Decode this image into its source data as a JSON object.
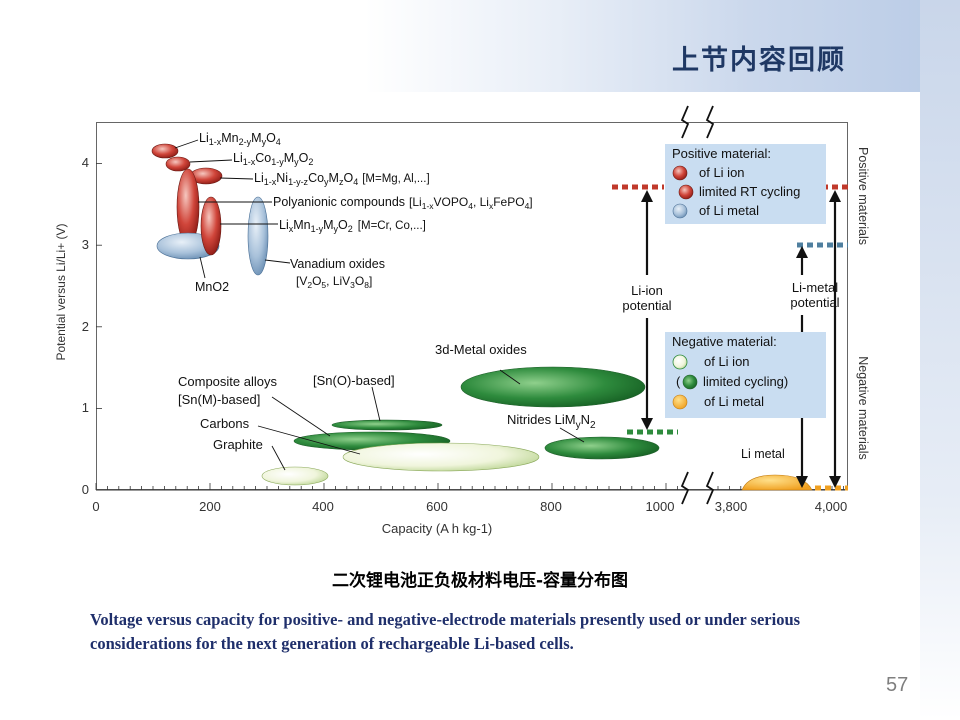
{
  "slide": {
    "title": "上节内容回顾",
    "page_number": "57",
    "caption_cn": "二次锂电池正负极材料电压-容量分布图",
    "caption_en": "Voltage versus capacity for positive- and negative-electrode materials presently used  or under serious considerations for the next generation of rechargeable Li-based  cells."
  },
  "colors": {
    "title": "#1f3864",
    "positive": "#c0392b",
    "negative": "#2e8b3d",
    "metal": "#f0a020",
    "li_metal_bar": "#4f7f9f"
  },
  "chart_data": {
    "type": "scatter",
    "xlabel": "Capacity  (A h kg-1)",
    "ylabel": "Potential versus Li/Li+ (V)",
    "x_ticks": [
      "0",
      "200",
      "400",
      "600",
      "800",
      "1000",
      "3,800",
      "4,000"
    ],
    "y_ticks": [
      "0",
      "1",
      "2",
      "3",
      "4"
    ],
    "xlim": [
      0,
      4000
    ],
    "ylim": [
      0,
      4.5
    ],
    "axis_break": "between 1000 and 3,800",
    "right_labels": [
      "Positive materials",
      "Negative materials"
    ],
    "series": [
      {
        "name": "LiMn2O4",
        "label_parts": [
          "Li",
          "1-x",
          "Mn",
          "2-y",
          "M",
          "y",
          "O",
          "4"
        ],
        "x": 120,
        "y": 4.1
      },
      {
        "name": "LiCoO2",
        "label_parts": [
          "Li",
          "1-x",
          "Co",
          "1-y",
          "M",
          "y",
          "O",
          "2"
        ],
        "x": 140,
        "y": 3.9
      },
      {
        "name": "LiNiCoMO2",
        "label_parts": [
          "Li",
          "1-x",
          "Ni",
          "1-y-z",
          "Co",
          "y",
          "M",
          "z",
          "O",
          "4"
        ],
        "x": 190,
        "y": 3.8,
        "suffix": "[M=Mg, Al,...]"
      },
      {
        "name": "Polyanionic compounds",
        "label": "Polyanionic compounds",
        "formula_parts": [
          "[Li",
          "1-x",
          "VOPO",
          "4",
          ", Li",
          "x",
          "FePO",
          "4",
          "]"
        ],
        "x": 160,
        "y": 3.4
      },
      {
        "name": "LiMnMO2",
        "label_parts": [
          "Li",
          "x",
          "Mn",
          "1-y",
          "M",
          "y",
          "O",
          "2"
        ],
        "x": 200,
        "y": 3.3,
        "suffix": "[M=Cr, Co,...]"
      },
      {
        "name": "MnO2",
        "label": "MnO2",
        "x": 160,
        "y": 3.0
      },
      {
        "name": "Vanadium oxides",
        "label": "Vanadium oxides",
        "formula_parts": [
          "[V",
          "2",
          "O",
          "5",
          ", LiV",
          "3",
          "O",
          "8",
          "]"
        ],
        "x": 300,
        "y": 2.9
      },
      {
        "name": "Composite alloys",
        "label": "Composite alloys\n[Sn(M)-based]",
        "x": 400,
        "y": 0.5
      },
      {
        "name": "Sn(O)-based",
        "label": "[Sn(O)-based]",
        "x": 500,
        "y": 0.75
      },
      {
        "name": "Carbons",
        "label": "Carbons",
        "x": 470,
        "y": 0.6
      },
      {
        "name": "Graphite",
        "label": "Graphite",
        "x": 350,
        "y": 0.15
      },
      {
        "name": "3d-Metal oxides",
        "label": "3d-Metal oxides",
        "x": 800,
        "y": 1.3
      },
      {
        "name": "Nitrides",
        "label_parts": [
          "Nitrides LiM",
          "y",
          "N",
          "2"
        ],
        "x": 900,
        "y": 0.5
      },
      {
        "name": "Li metal",
        "label": "Li metal",
        "x": 3860,
        "y": 0.05
      }
    ],
    "annotations": {
      "li_ion_potential": "Li-ion\npotential",
      "li_metal_potential": "Li-metal\npotential",
      "positive_legend": {
        "title": "Positive material:",
        "items": [
          "of Li ion",
          "limited RT cycling",
          "of Li metal"
        ]
      },
      "negative_legend": {
        "title": "Negative material:",
        "items": [
          "of Li ion",
          "limited cycling)",
          "of Li metal"
        ],
        "open_paren": "("
      },
      "level_positive_li_ion": 3.7,
      "level_positive_li_metal": 3.0,
      "level_negative_li_ion": 0.7,
      "level_negative_li_metal": 0.0
    }
  }
}
